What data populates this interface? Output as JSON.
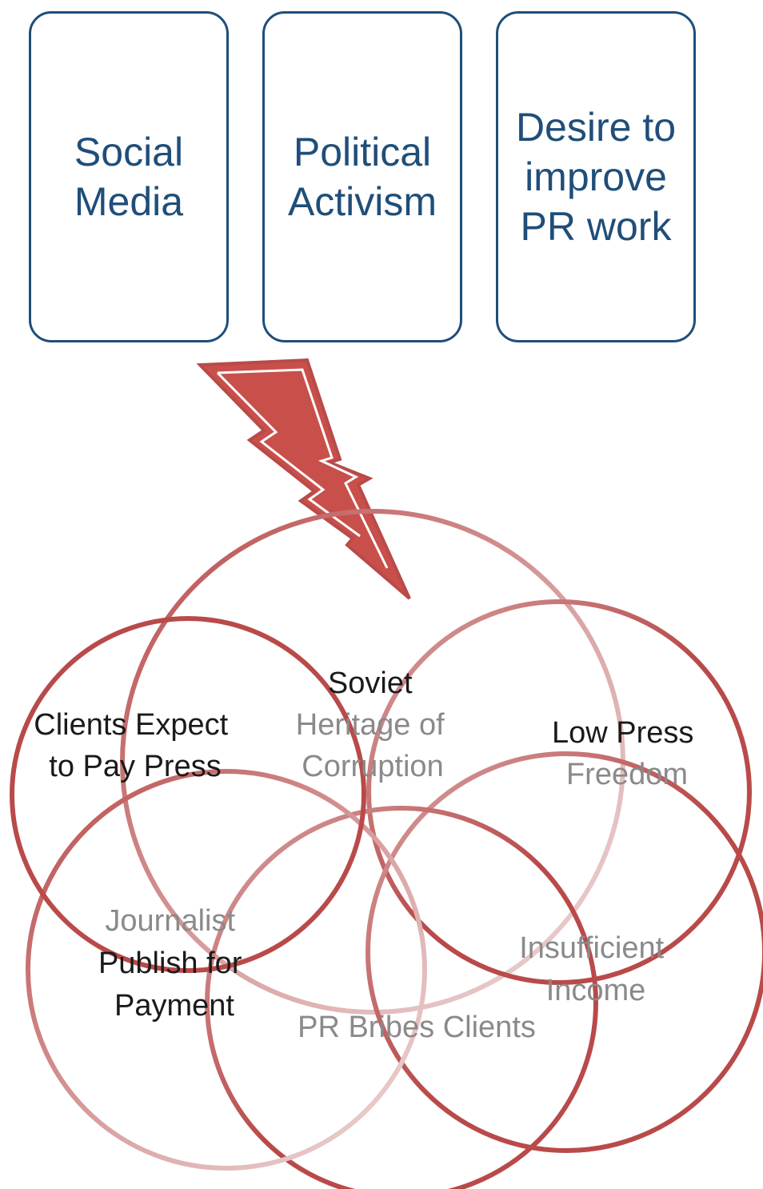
{
  "top_boxes": [
    {
      "label": "Social Media"
    },
    {
      "label": "Political Activism"
    },
    {
      "label": "Desire to improve PR work"
    }
  ],
  "venn": {
    "labels": [
      {
        "lines": [
          "Soviet",
          "Heritage of",
          "Corruption"
        ]
      },
      {
        "lines": [
          "Clients Expect",
          "to Pay Press"
        ]
      },
      {
        "lines": [
          "Low Press",
          "Freedom"
        ]
      },
      {
        "lines": [
          "Journalist",
          "Publish for",
          "Payment"
        ]
      },
      {
        "lines": [
          "Insufficient",
          "Income"
        ]
      },
      {
        "lines": [
          "PR Bribes Clients"
        ]
      }
    ]
  },
  "colors": {
    "box_border": "#1f4e79",
    "box_text": "#1f4e79",
    "circle_stroke": "#b94a4a",
    "lightning_fill": "#c94f4b",
    "label_dark": "#1a1a1a",
    "label_faded": "#8a8a8a"
  },
  "icons": {
    "arrow": "lightning-bolt-arrow-icon"
  }
}
